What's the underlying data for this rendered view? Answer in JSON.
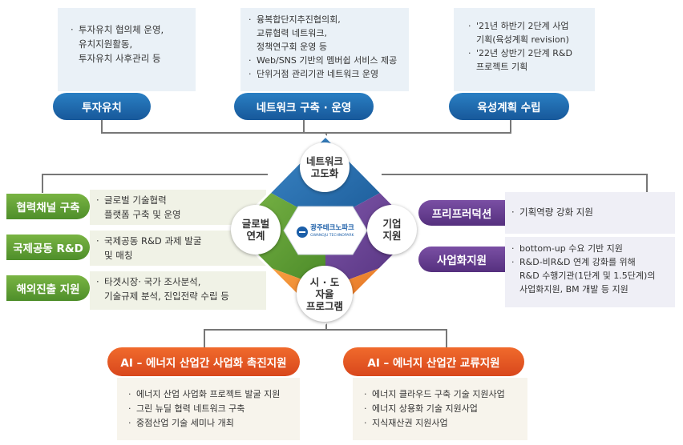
{
  "top": [
    {
      "title": "투자유치",
      "items": [
        "투자유치 협의체 운영,\n유치지원활동,\n투자유치 사후관리 등"
      ]
    },
    {
      "title": "네트워크 구축 · 운영",
      "items": [
        "융복합단지추진협의회,\n교류협력 네트워크,\n정책연구회 운영 등",
        "Web/SNS 기반의 멤버쉽 서비스 제공",
        "단위거점 관리기관 네트워크 운영"
      ]
    },
    {
      "title": "육성계획 수립",
      "items": [
        "'21년 하반기 2단계 사업\n기획(육성계획 revision)",
        "'22년 상반기 2단계 R&D\n프로젝트 기획"
      ]
    }
  ],
  "left": [
    {
      "title": "협력채널 구축",
      "items": [
        "글로벌 기술협력\n플랫폼 구축 및 운영"
      ]
    },
    {
      "title": "국제공동 R&D",
      "items": [
        "국제공동 R&D 과제 발굴\n및 매칭"
      ]
    },
    {
      "title": "해외진출 지원",
      "items": [
        "타겟시장· 국가 조사분석,\n기술규제 분석, 진입전략 수립 등"
      ]
    }
  ],
  "right": [
    {
      "title": "프리프러덕션",
      "items": [
        "기획역량 강화 지원"
      ]
    },
    {
      "title": "사업화지원",
      "items": [
        "bottom-up 수요 기반 지원",
        "R&D-비R&D 연계 강화를 위해\nR&D 수행기관(1단계 및 1.5단계)의\n사업화지원, BM 개발 등 지원"
      ]
    }
  ],
  "bottom": [
    {
      "title": "AI – 에너지 산업간 사업화 촉진지원",
      "items": [
        "에너지 산업 사업화 프로젝트 발굴 지원",
        "그린 뉴딜 협력 네트워크 구축",
        "중점산업 기술 세미나 개최"
      ]
    },
    {
      "title": "AI – 에너지 산업간 교류지원",
      "items": [
        "에너지 클라우드 구축 기술 지원사업",
        "에너지 상용화 기술 지원사업",
        "지식재산권 지원사업"
      ]
    }
  ],
  "center": {
    "top_label": "네트워크\n고도화",
    "left_label": "글로벌\n연계",
    "right_label": "기업\n지원",
    "bottom_label": "시 · 도\n자율\n프로그램",
    "logo_text": "광주테크노파크",
    "logo_sub": "GWANGJU TECHNOPARK"
  },
  "colors": {
    "blue": "#1f6aad",
    "green": "#5e9f33",
    "purple": "#6a4394",
    "orange": "#e55523",
    "diamond_top": "#2d75b6"
  }
}
